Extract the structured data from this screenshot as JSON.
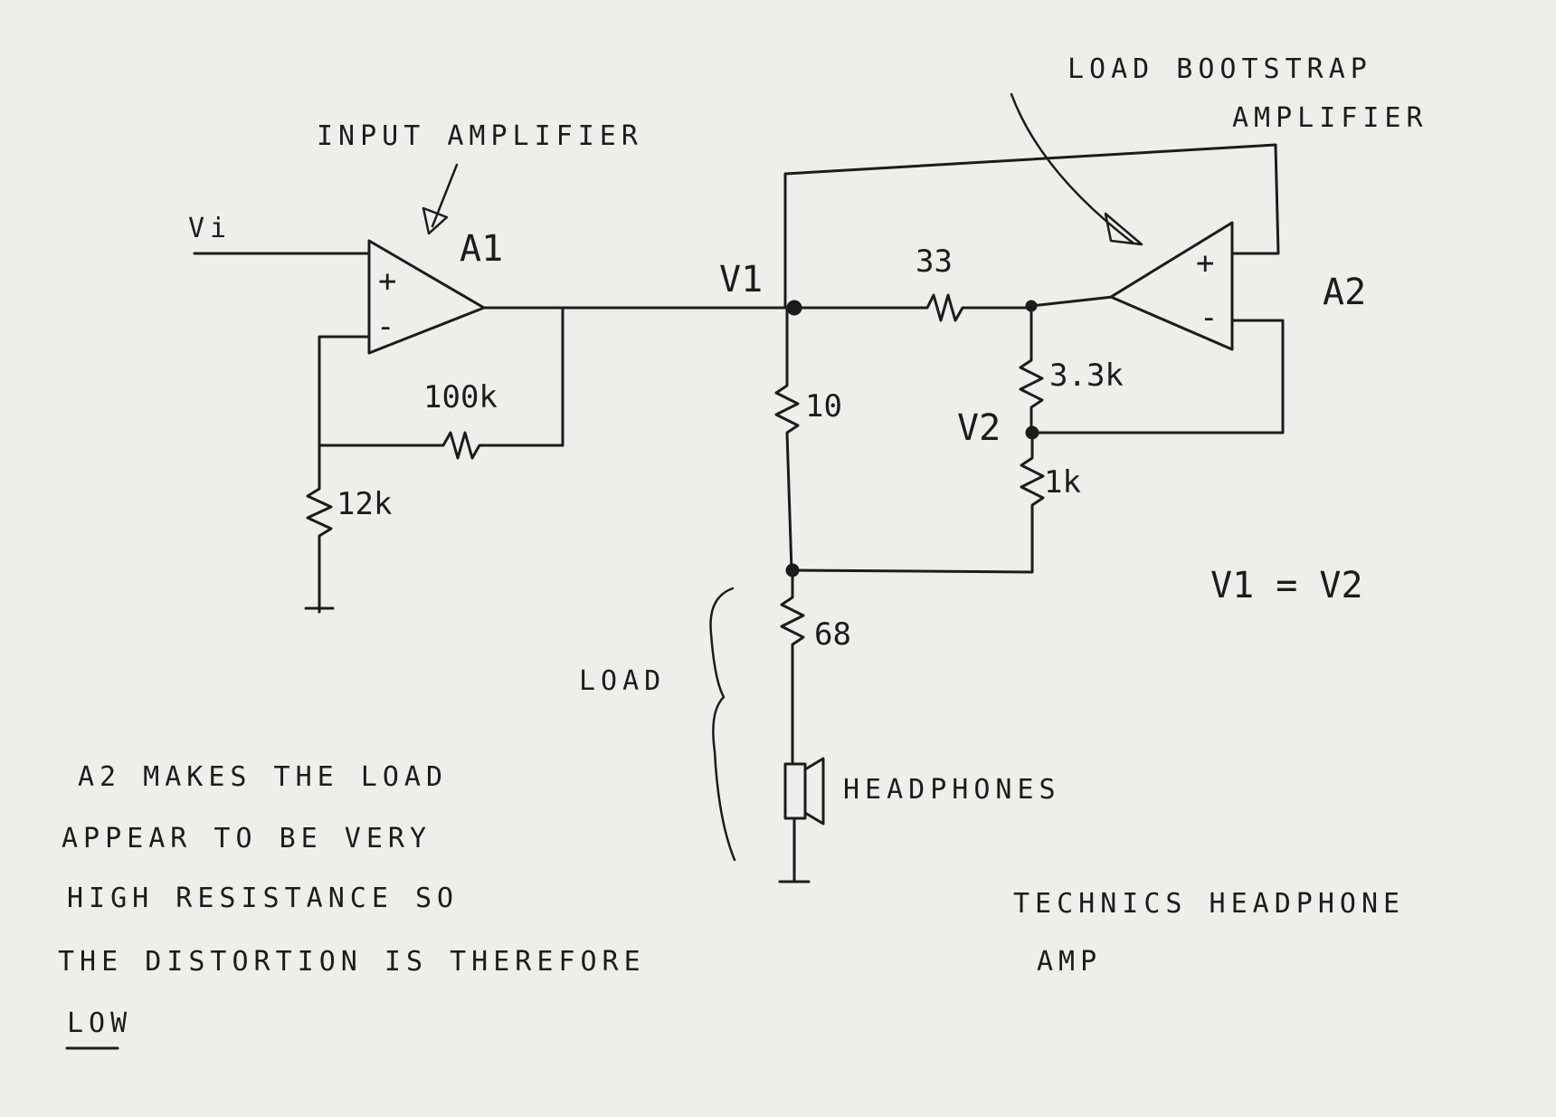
{
  "labels": {
    "input_amp_title": "INPUT AMPLIFIER",
    "bootstrap_title_1": "LOAD BOOTSTRAP",
    "bootstrap_title_2": "AMPLIFIER",
    "vi": "Vi",
    "a1": "A1",
    "a2": "A2",
    "v1_node": "V1",
    "v2_node": "V2",
    "plus": "+",
    "minus": "-",
    "r_feedback": "100k",
    "r_ground": "12k",
    "r_series": "33",
    "r_upper": "3.3k",
    "r_lower": "1k",
    "r_sense": "10",
    "r_load": "68",
    "load": "LOAD",
    "headphones": "HEADPHONES",
    "equation": "V1 = V2"
  },
  "note": {
    "line1": "A2   MAKES   THE   LOAD",
    "line2": "APPEAR   TO   BE   VERY",
    "line3": "HIGH   RESISTANCE   SO",
    "line4": "THE   DISTORTION   IS   THEREFORE",
    "line5": "LOW"
  },
  "caption": {
    "line1": "TECHNICS   HEADPHONE",
    "line2": "AMP"
  },
  "colors": {
    "paper": "#efeeea",
    "ink": "#1c1c1c"
  }
}
